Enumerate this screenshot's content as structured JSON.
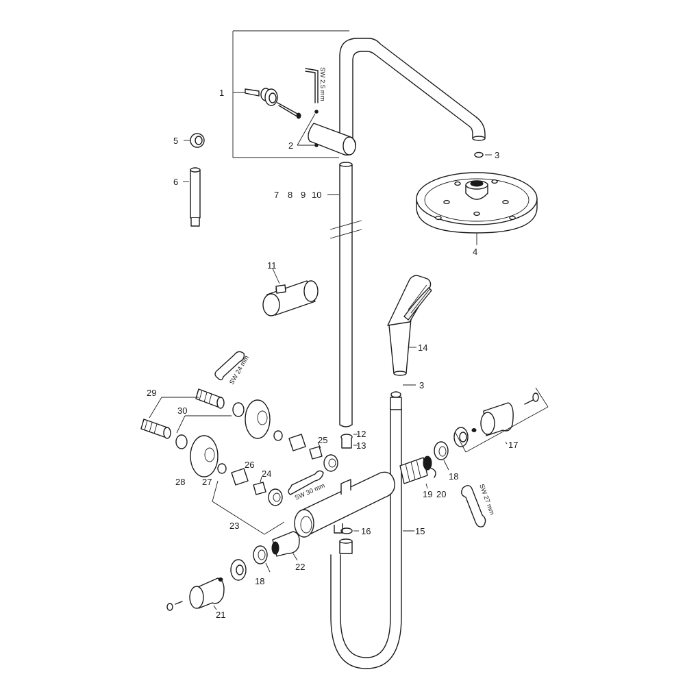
{
  "diagram": {
    "callouts": {
      "c1": "1",
      "c2": "2",
      "c3a": "3",
      "c3b": "3",
      "c4": "4",
      "c5": "5",
      "c6": "6",
      "c7": "7",
      "c8": "8",
      "c9": "9",
      "c10": "10",
      "c11": "11",
      "c12": "12",
      "c13": "13",
      "c14": "14",
      "c15": "15",
      "c16": "16",
      "c17": "17",
      "c18a": "18",
      "c18b": "18",
      "c19": "19",
      "c20": "20",
      "c21": "21",
      "c22": "22",
      "c23": "23",
      "c24": "24",
      "c25": "25",
      "c26": "26",
      "c27": "27",
      "c28": "28",
      "c29": "29",
      "c30": "30"
    },
    "tools": {
      "hex_key": "SW 2,5 mm",
      "wrench_24": "SW 24 mm",
      "wrench_30": "SW 30 mm",
      "wrench_27": "SW 27 mm"
    }
  }
}
